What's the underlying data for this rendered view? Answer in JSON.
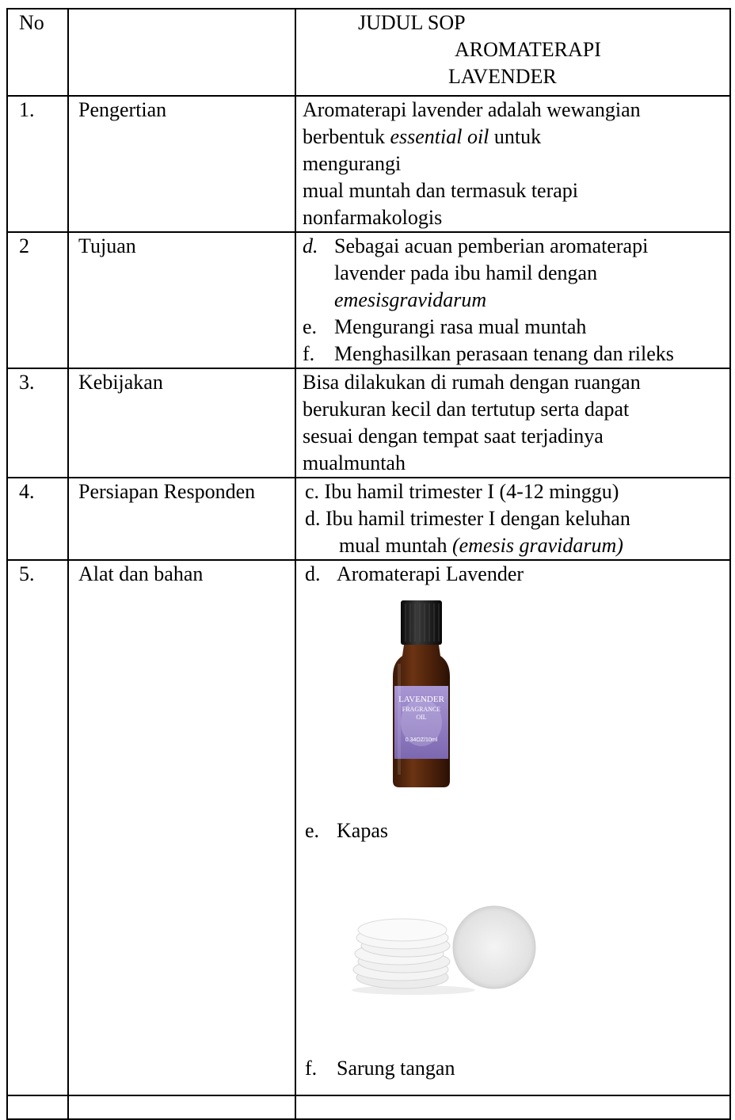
{
  "header": {
    "no": "No",
    "title_lines": [
      "JUDUL SOP",
      "AROMATERAPI",
      "LAVENDER"
    ]
  },
  "rows": [
    {
      "no": "1.",
      "label": "Pengertian",
      "pengertian": {
        "l1": "Aromaterapi lavender adalah wewangian",
        "l2a": "berbentuk ",
        "l2b": "essential oil",
        "l2c": " untuk",
        "l3": "mengurangi",
        "l4": "mual muntah dan termasuk terapi",
        "l5": "nonfarmakologis"
      }
    },
    {
      "no": "2",
      "label": "Tujuan",
      "items": [
        {
          "marker": "d.",
          "l1": "Sebagai acuan pemberian aromaterapi",
          "l2": "lavender pada ibu hamil dengan",
          "l3": "emesisgravidarum"
        },
        {
          "marker": "e.",
          "l1": "Mengurangi rasa mual muntah"
        },
        {
          "marker": "f.",
          "l1": "Menghasilkan perasaan tenang dan rileks"
        }
      ]
    },
    {
      "no": "3.",
      "label": "Kebijakan",
      "lines": [
        "Bisa dilakukan di rumah dengan ruangan",
        "berukuran  kecil  dan tertutup serta dapat",
        "sesuai dengan tempat saat terjadinya",
        "mualmuntah"
      ]
    },
    {
      "no": "4.",
      "label": "Persiapan Responden",
      "l1": "c. Ibu hamil trimester I (4-12 minggu)",
      "l2": "d. Ibu hamil trimester I dengan keluhan",
      "l3a": "mual muntah ",
      "l3b": "(emesis gravidarum)"
    },
    {
      "no": "5.",
      "label": "Alat dan bahan",
      "tools": [
        {
          "marker": "d.",
          "text": "Aromaterapi Lavender"
        },
        {
          "marker": "e.",
          "text": "Kapas"
        },
        {
          "marker": "f.",
          "text": "Sarung tangan"
        }
      ],
      "bottle_label": {
        "brand": "LAVENDER",
        "line2": "FRAGRANCE",
        "line3": "OIL",
        "volume": "0.34OZ/10ml"
      }
    }
  ],
  "colors": {
    "bottle_glass": "#5a2a10",
    "bottle_cap": "#141414",
    "label_purple": "#9b86c8"
  }
}
